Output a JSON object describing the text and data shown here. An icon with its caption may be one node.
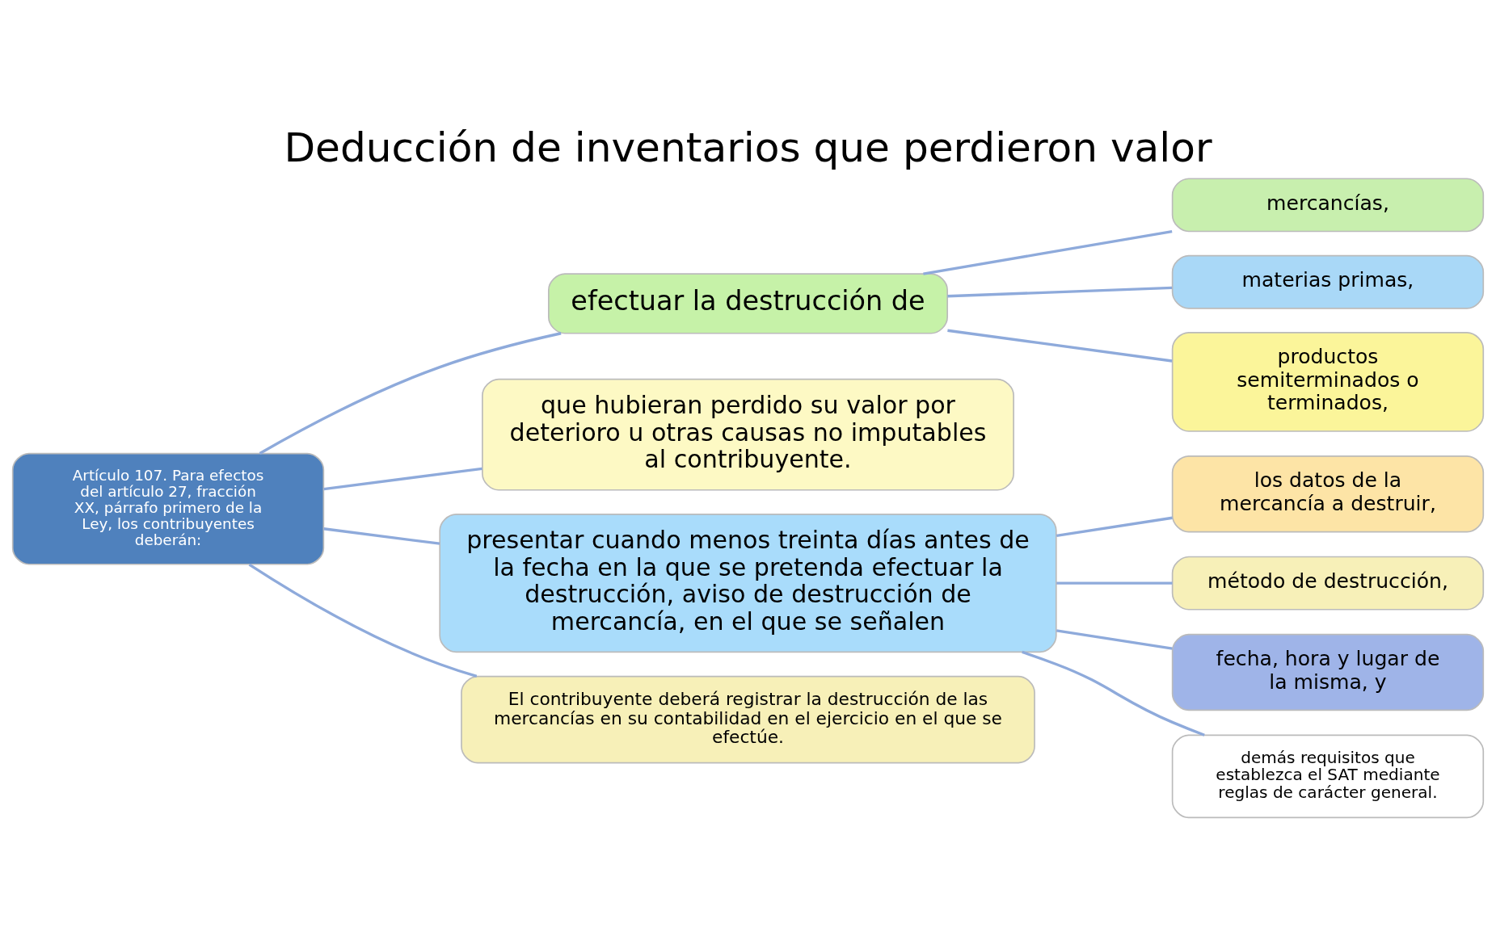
{
  "diagram": {
    "title": "Deducción de inventarios que perdieron valor",
    "nodes": [
      {
        "text": [
          "Artículo 107. Para efectos del artículo 27, fracción XX, párrafo primero de la Ley, los contribuyentes deberán:"
        ]
      },
      {
        "text": [
          "efectuar la destrucción de"
        ]
      },
      {
        "text": [
          "que hubieran perdido su valor por deterioro u otras causas no imputables al contribuyente."
        ]
      },
      {
        "text": [
          "presentar cuando menos treinta días antes de la fecha en la que se pretenda efectuar la destrucción, aviso de destrucción de mercancía, en el que se señalen"
        ]
      },
      {
        "text": [
          "El contribuyente deberá registrar la destrucción de las mercancías en su contabilidad en el ejercicio en el que se efectúe."
        ]
      },
      {
        "text": [
          "mercancías,"
        ]
      },
      {
        "text": [
          "materias primas,"
        ]
      },
      {
        "text": [
          "productos semiterminados o terminados,"
        ]
      },
      {
        "text": [
          "los datos de la mercancía a destruir,"
        ]
      },
      {
        "text": [
          "método de destrucción,"
        ]
      },
      {
        "text": [
          "fecha, hora y lugar de la misma, y"
        ]
      },
      {
        "text": [
          "demás requisitos que establezca el SAT mediante reglas de carácter general."
        ]
      }
    ],
    "edges": [
      {
        "from": 0,
        "to": 1,
        "arrow": "none"
      },
      {
        "from": 0,
        "to": 2,
        "arrow": "none"
      },
      {
        "from": 0,
        "to": 3,
        "arrow": "none"
      },
      {
        "from": 0,
        "to": 4,
        "arrow": "none"
      },
      {
        "from": 1,
        "to": 5,
        "arrow": "none"
      },
      {
        "from": 1,
        "to": 6,
        "arrow": "none"
      },
      {
        "from": 1,
        "to": 7,
        "arrow": "none"
      },
      {
        "from": 3,
        "to": 8,
        "arrow": "none"
      },
      {
        "from": 3,
        "to": 9,
        "arrow": "none"
      },
      {
        "from": 3,
        "to": 10,
        "arrow": "none"
      },
      {
        "from": 3,
        "to": 11,
        "arrow": "none"
      }
    ]
  }
}
